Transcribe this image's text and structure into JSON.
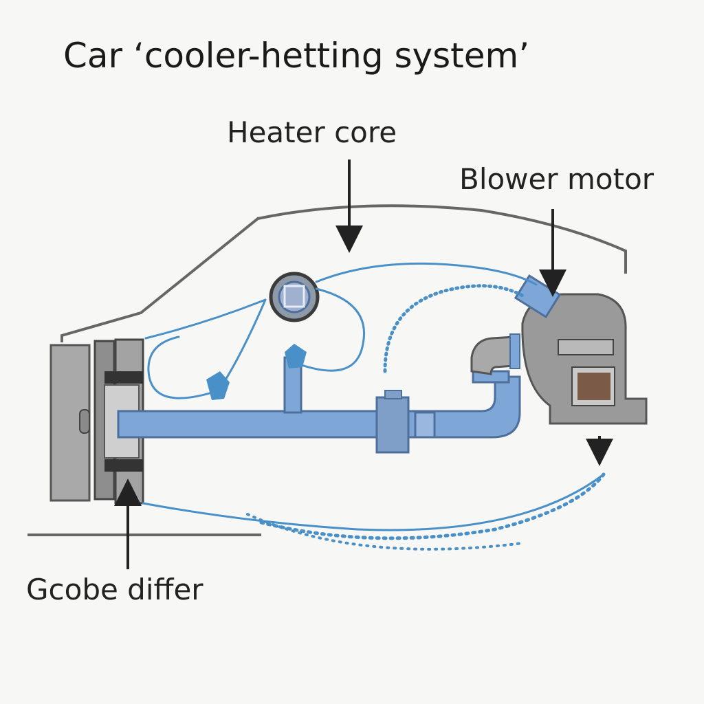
{
  "title": "Car ‘cooler-hetting system’",
  "labels": {
    "heater_core": "Heater core",
    "blower_motor": "Blower motor",
    "gcobe_differ": "Gcobe differ"
  },
  "colors": {
    "pipe": "#7ea6d6",
    "pipe_stroke": "#4c6f9c",
    "flow": "#4a90c8",
    "body_outline": "#666666",
    "metal": "#9a9a9a"
  }
}
